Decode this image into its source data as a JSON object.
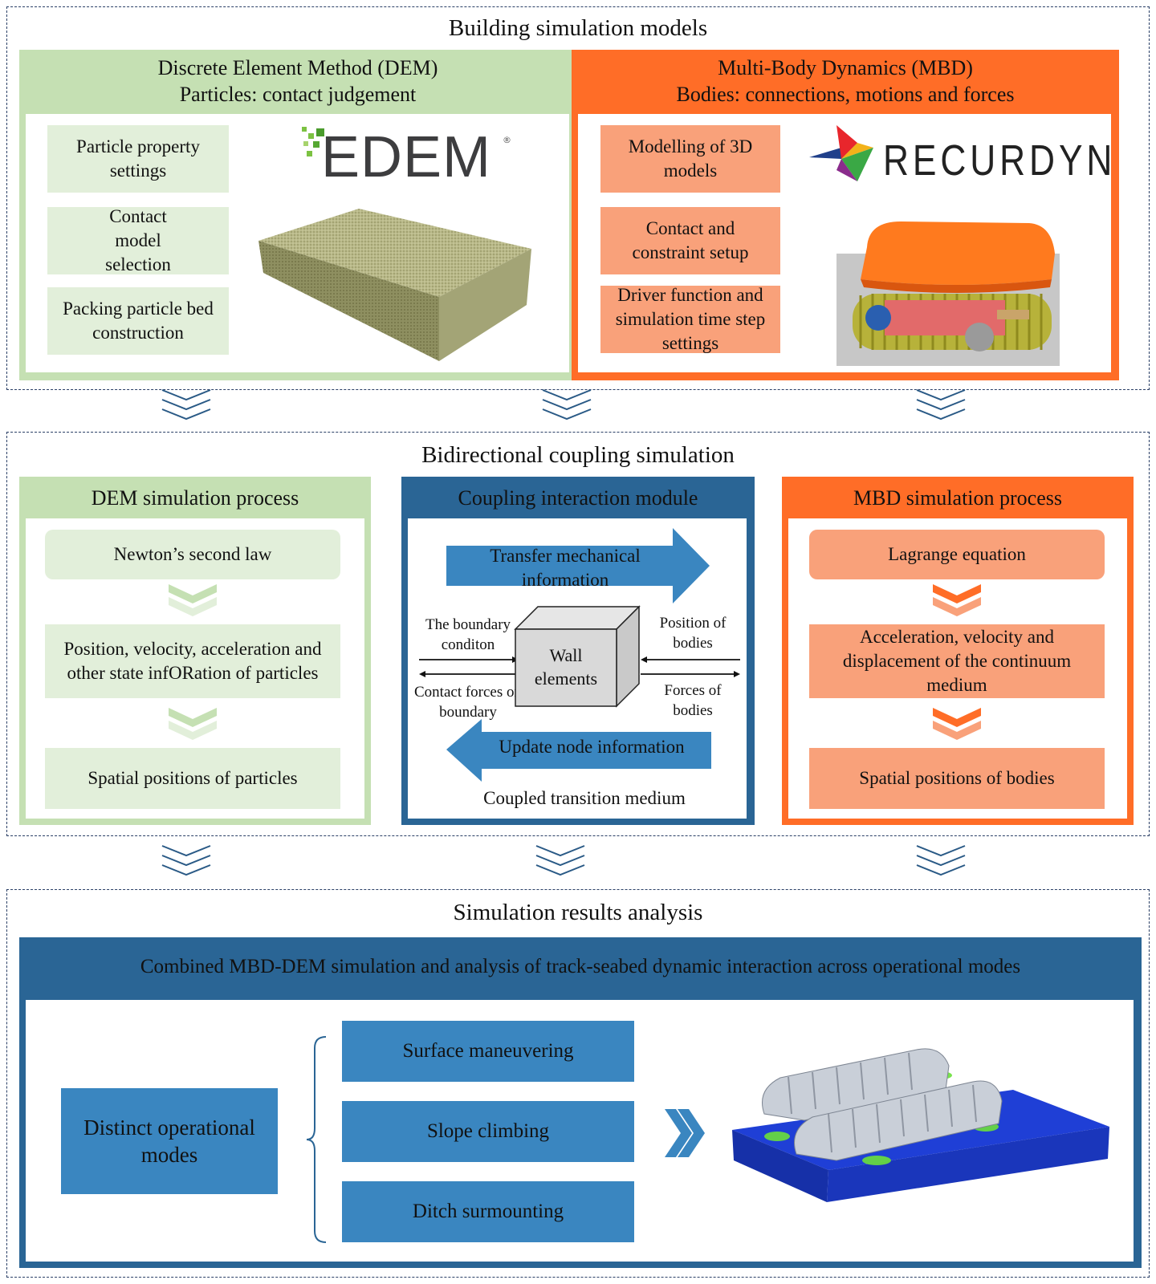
{
  "section1": {
    "title": "Building simulation models",
    "dem": {
      "title_line1": "Discrete Element Method (DEM)",
      "title_line2": "Particles: contact judgement",
      "steps": [
        "Particle property settings",
        "Contact model selection",
        "Packing particle bed construction"
      ],
      "logo": "EDEM"
    },
    "mbd": {
      "title_line1": "Multi-Body Dynamics (MBD)",
      "title_line2": "Bodies: connections, motions and forces",
      "steps": [
        "Modelling of 3D models",
        "Contact and constraint setup",
        "Driver function and simulation time step settings"
      ],
      "logo": "RECURDYN"
    }
  },
  "section2": {
    "title": "Bidirectional coupling simulation",
    "dem": {
      "title": "DEM simulation process",
      "steps": [
        "Newton’s second law",
        "Position, velocity, acceleration and other state infORation of particles",
        "Spatial positions of particles"
      ]
    },
    "coupling": {
      "title": "Coupling interaction module",
      "transfer": "Transfer mechanical information",
      "boundary": "The boundary conditon",
      "contact_forces": "Contact forces on boundary",
      "wall": "Wall elements",
      "position_bodies": "Position of bodies",
      "forces_bodies": "Forces of bodies",
      "update": "Update node information",
      "medium": "Coupled transition medium"
    },
    "mbd": {
      "title": "MBD simulation process",
      "steps": [
        "Lagrange equation",
        "Acceleration, velocity and displacement of the continuum medium",
        "Spatial positions of bodies"
      ]
    }
  },
  "section3": {
    "title": "Simulation results analysis",
    "header": "Combined MBD-DEM simulation and analysis of track-seabed dynamic interaction across operational modes",
    "modes_label": "Distinct operational modes",
    "modes": [
      "Surface maneuvering",
      "Slope climbing",
      "Ditch surmounting"
    ]
  },
  "colors": {
    "green_panel": "#c5e0b3",
    "green_box": "#e2efda",
    "orange_panel": "#ff6d27",
    "orange_box": "#f9a17a",
    "blue_panel": "#2a6595",
    "blue_box": "#3a86c0",
    "dashed_border": "#2a3f66"
  }
}
